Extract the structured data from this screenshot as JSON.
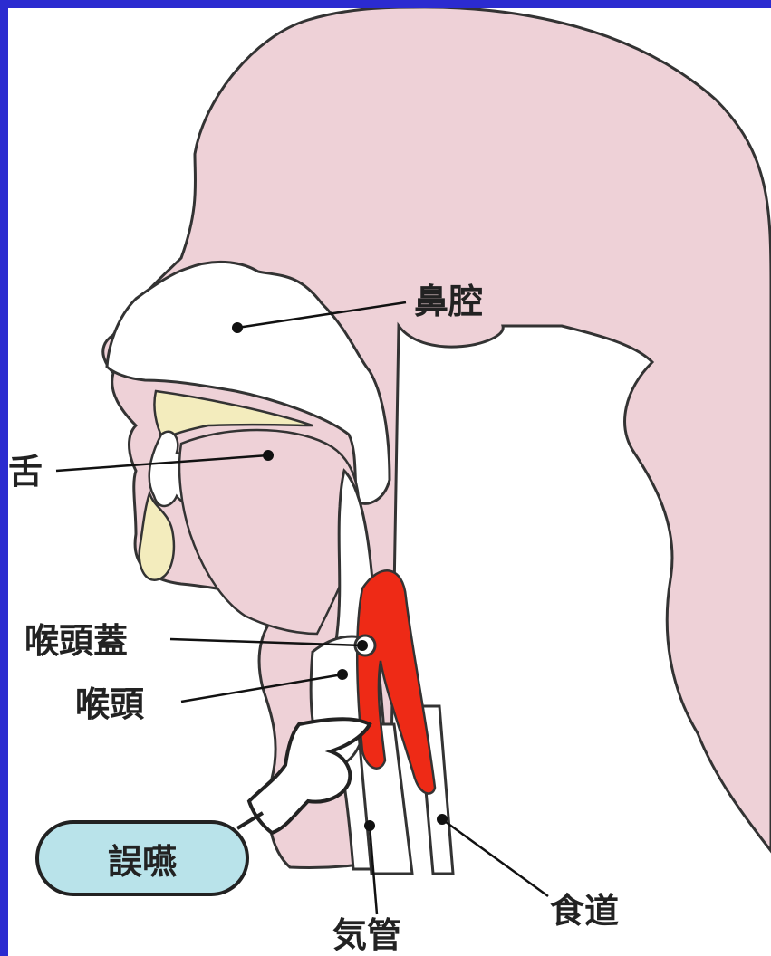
{
  "labels": {
    "nasal_cavity": "鼻腔",
    "tongue": "舌",
    "epiglottis": "喉頭蓋",
    "larynx": "喉頭",
    "trachea": "気管",
    "esophagus": "食道",
    "aspiration": "誤嚥"
  },
  "colors": {
    "frame": "#2b2bd0",
    "skin": "#eed1d7",
    "cavity": "#ffffff",
    "palate": "#f3ecbd",
    "esophagus_red": "#ee2a16",
    "badge": "#b9e3ea"
  }
}
